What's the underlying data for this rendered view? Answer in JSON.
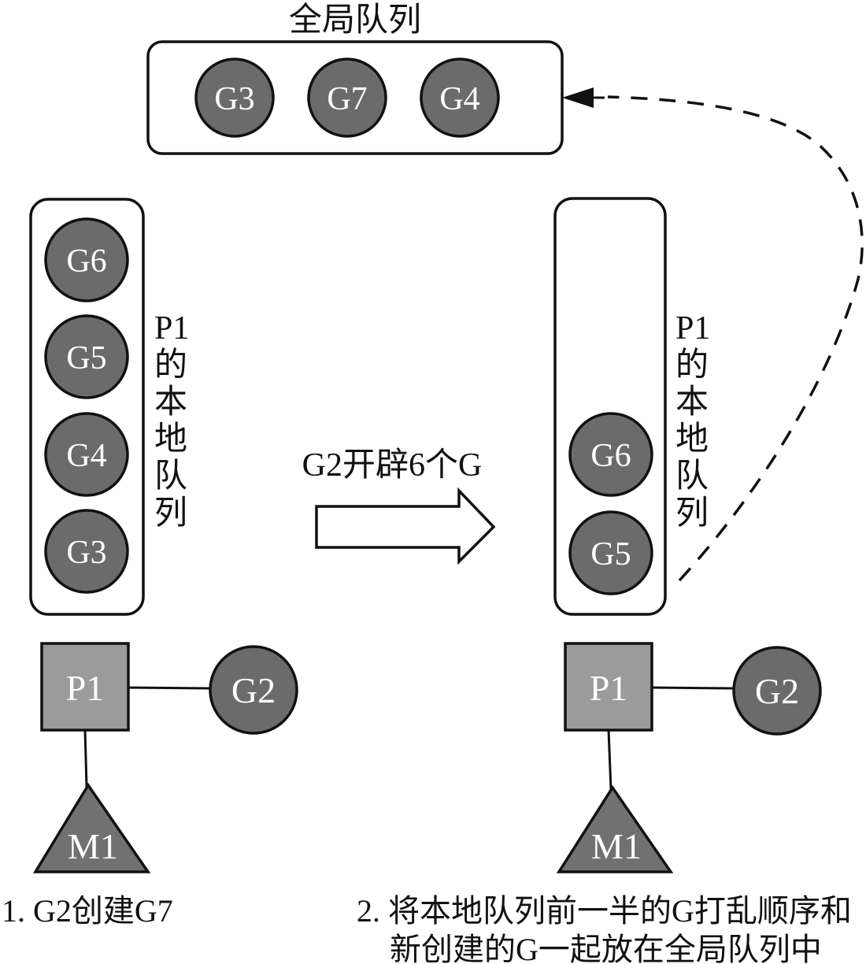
{
  "diagram": {
    "title": "全局队列",
    "global_queue": {
      "items": [
        "G3",
        "G7",
        "G4"
      ]
    },
    "left_panel": {
      "queue_label": "P1的本地队列",
      "queue_items": [
        "G6",
        "G5",
        "G4",
        "G3"
      ],
      "processor_label": "P1",
      "goroutine_label": "G2",
      "machine_label": "M1"
    },
    "transition": {
      "label": "G2开辟6个G"
    },
    "right_panel": {
      "queue_label": "P1的本地队列",
      "queue_items": [
        "G6",
        "G5"
      ],
      "processor_label": "P1",
      "goroutine_label": "G2",
      "machine_label": "M1"
    },
    "captions": {
      "step1": "1. G2创建G7",
      "step2_line1": "2. 将本地队列前一半的G打乱顺序和",
      "step2_line2": "新创建的G一起放在全局队列中"
    },
    "colors": {
      "goroutine_fill": "#6b6b6b",
      "processor_fill": "#9b9b9b",
      "machine_fill": "#717171",
      "outline": "#111111",
      "label_on_shape": "#ffffff"
    }
  }
}
